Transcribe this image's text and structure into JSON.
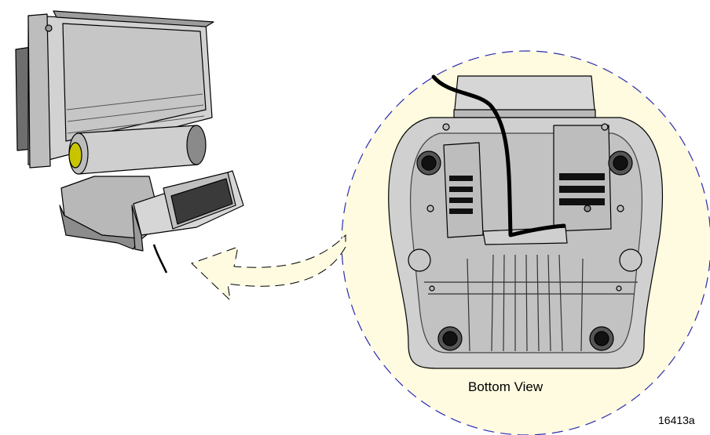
{
  "figure": {
    "callout_label": "Bottom View",
    "figure_id": "16413a",
    "colors": {
      "callout_fill": "#fffbe0",
      "callout_border": "#2b2bb0",
      "device_fill": "#d8d8d8",
      "device_dark": "#7a7a7a",
      "outline": "#000000",
      "accent_knob": "#c8c400"
    },
    "icons": [
      "pos-terminal-illustration",
      "bottom-view-illustration",
      "callout-arrow"
    ]
  }
}
